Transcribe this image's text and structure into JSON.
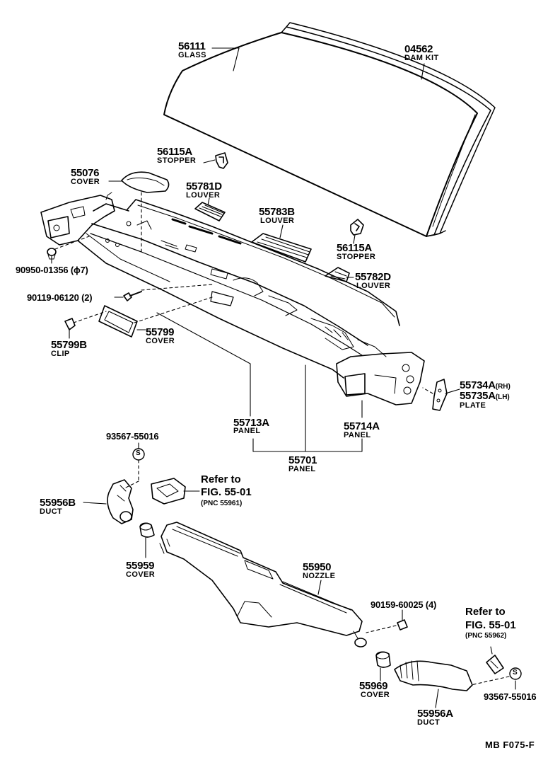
{
  "parts": {
    "glass": {
      "pn": "56111",
      "name": "GLASS"
    },
    "dam_kit": {
      "pn": "04562",
      "name": "DAM KIT"
    },
    "stopper_top": {
      "pn": "56115A",
      "name": "STOPPER"
    },
    "cover_55076": {
      "pn": "55076",
      "name": "COVER"
    },
    "louver_55781d": {
      "pn": "55781D",
      "name": "LOUVER"
    },
    "louver_55783b": {
      "pn": "55783B",
      "name": "LOUVER"
    },
    "stopper_right": {
      "pn": "56115A",
      "name": "STOPPER"
    },
    "louver_55782d": {
      "pn": "55782D",
      "name": "LOUVER"
    },
    "clip_ref": {
      "pn": "90950-01356 (ϕ7)"
    },
    "bolt_ref": {
      "pn": "90119-06120 (2)"
    },
    "cover_55799": {
      "pn": "55799",
      "name": "COVER"
    },
    "clip_55799b": {
      "pn": "55799B",
      "name": "CLIP"
    },
    "plate": {
      "pn_rh": "55734A",
      "suffix_rh": "(RH)",
      "pn_lh": "55735A",
      "suffix_lh": "(LH)",
      "name": "PLATE"
    },
    "panel_55713a": {
      "pn": "55713A",
      "name": "PANEL"
    },
    "panel_55714a": {
      "pn": "55714A",
      "name": "PANEL"
    },
    "panel_55701": {
      "pn": "55701",
      "name": "PANEL"
    },
    "screw_top": {
      "pn": "93567-55016"
    },
    "duct_55956b": {
      "pn": "55956B",
      "name": "DUCT"
    },
    "cover_55959": {
      "pn": "55959",
      "name": "COVER"
    },
    "nozzle": {
      "pn": "55950",
      "name": "NOZZLE"
    },
    "bolt_nozzle": {
      "pn": "90159-60025 (4)"
    },
    "cover_55969": {
      "pn": "55969",
      "name": "COVER"
    },
    "duct_55956a": {
      "pn": "55956A",
      "name": "DUCT"
    },
    "screw_bottom": {
      "pn": "93567-55016"
    }
  },
  "refs": {
    "ref1": {
      "line1": "Refer to",
      "line2": "FIG. 55-01",
      "line3": "(PNC 55961)"
    },
    "ref2": {
      "line1": "Refer to",
      "line2": "FIG. 55-01",
      "line3": "(PNC 55962)"
    }
  },
  "footer": {
    "code": "MB  F075-F"
  },
  "screw_symbol": "S"
}
